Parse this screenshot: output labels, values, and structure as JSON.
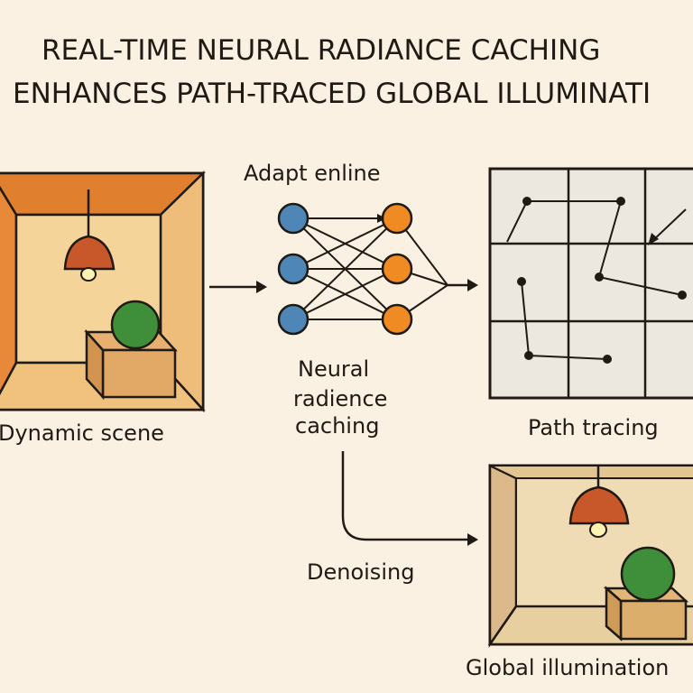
{
  "title": {
    "line1": "REAL-TIME NEURAL RADIANCE CACHING",
    "line2": "ENHANCES PATH-TRACED GLOBAL ILLUMINATI"
  },
  "labels": {
    "adapt_online": "Adapt enline",
    "neural_line1": "Neural",
    "neural_line2": "radience",
    "neural_line3": "caching",
    "dynamic_scene": "Dynamic scene",
    "path_tracing": "Path tracing",
    "denoising": "Denoising",
    "global_illumination": "Global illumination"
  },
  "colors": {
    "background": "#faf1e2",
    "ink": "#1f1a14",
    "orange_wall": "#e58a3a",
    "warm_wall": "#f2c98a",
    "lamp": "#c8572a",
    "sphere": "#3f8f3a",
    "input_node": "#4f86b8",
    "output_node": "#f08a22",
    "grid_bg": "#ece7df"
  }
}
